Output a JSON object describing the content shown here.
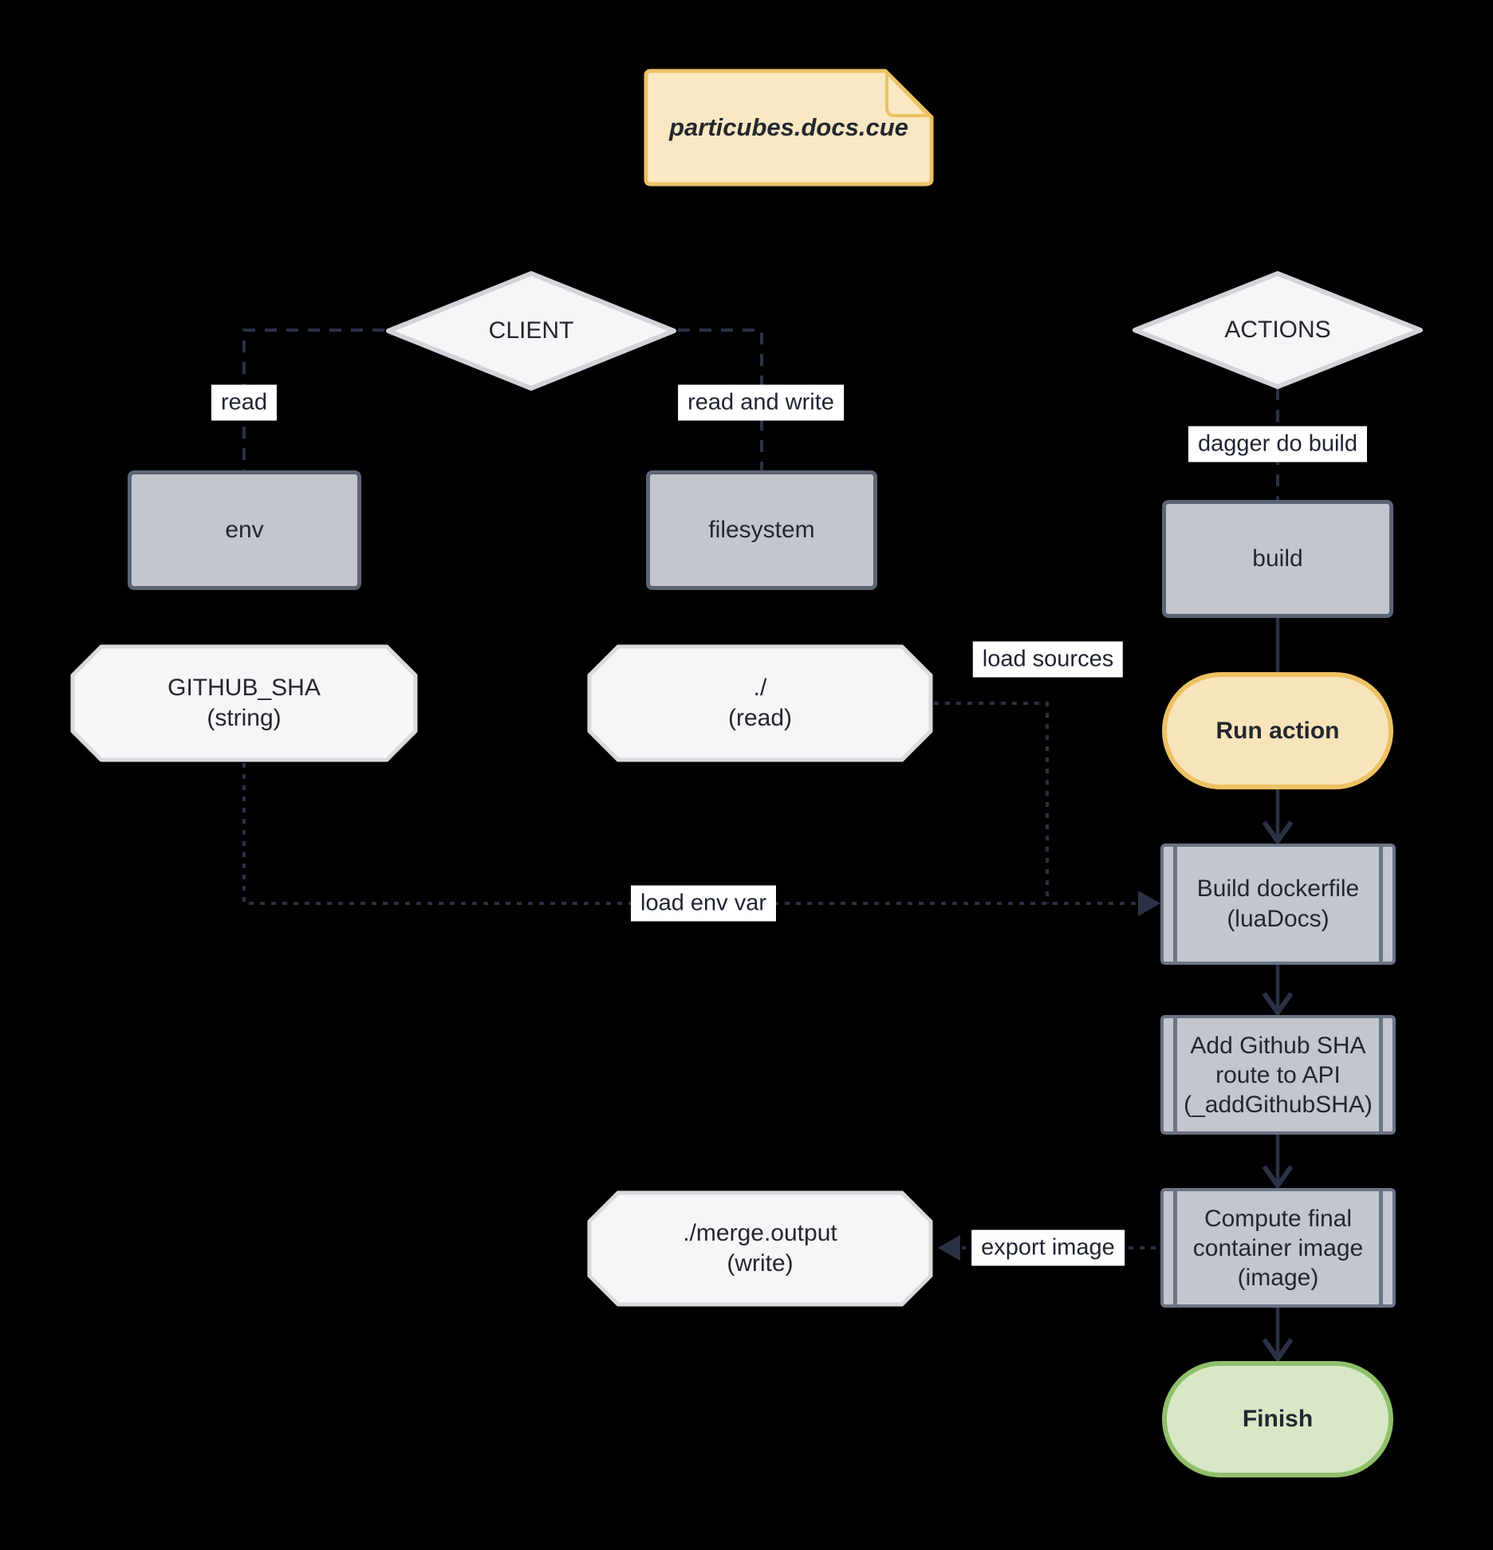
{
  "note": {
    "label": "particubes.docs.cue"
  },
  "nodes": {
    "client": "CLIENT",
    "actions": "ACTIONS",
    "env": "env",
    "filesystem": "filesystem",
    "build": "build",
    "github_sha": {
      "line1": "GITHUB_SHA",
      "line2": "(string)"
    },
    "workdir_read": {
      "line1": "./",
      "line2": "(read)"
    },
    "merge_output": {
      "line1": "./merge.output",
      "line2": "(write)"
    },
    "run_action": "Run action",
    "build_dockerfile": {
      "line1": "Build dockerfile",
      "line2": "(luaDocs)"
    },
    "add_github_sha": {
      "line1": "Add Github SHA",
      "line2": "route to API",
      "line3": "(_addGithubSHA)"
    },
    "compute_image": {
      "line1": "Compute final",
      "line2": "container image",
      "line3": "(image)"
    },
    "finish": "Finish"
  },
  "edge_labels": {
    "read": "read",
    "read_and_write": "read and write",
    "dagger_do_build": "dagger do build",
    "load_sources": "load sources",
    "load_env_var": "load env var",
    "export_image": "export image"
  },
  "colors": {
    "background": "#000000",
    "note_fill": "#f9e8c3",
    "note_border": "#ecc364",
    "decision_fill": "#f6f6f8",
    "decision_border": "#d2d4da",
    "box_fill": "#c3c6cd",
    "box_border": "#5c6575",
    "subroutine_border": "#6b7484",
    "data_fill": "#f6f6f8",
    "data_border": "#d9dade",
    "action_fill": "#f8e4bb",
    "action_border": "#edc263",
    "finish_fill": "#d8e7c5",
    "finish_border": "#90bf6a",
    "edge": "#2a3145",
    "label_bg": "#ffffff",
    "text": "#23272f"
  }
}
